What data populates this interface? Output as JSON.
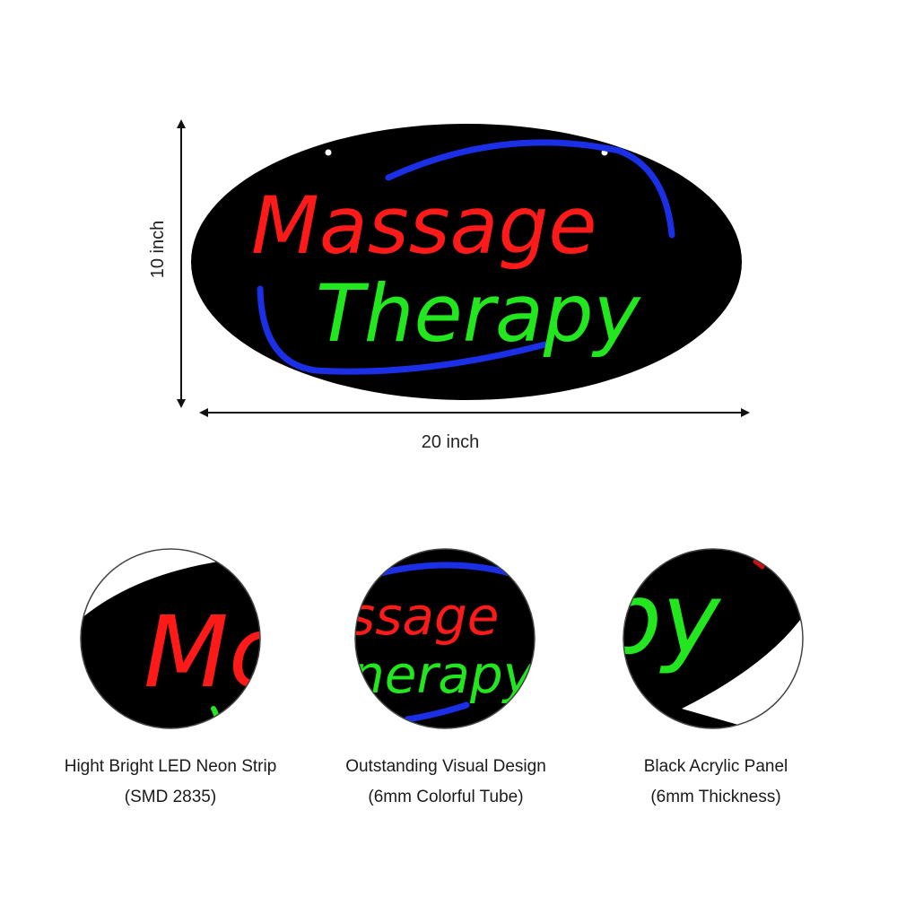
{
  "sign": {
    "line1": "Massage",
    "line2": "Therapy",
    "colors": {
      "panel": "#000000",
      "line1": "#ff1a1a",
      "line2": "#22e61e",
      "arc": "#1a2fe6"
    }
  },
  "dimensions": {
    "height_label": "10 inch",
    "width_label": "20 inch"
  },
  "details": [
    {
      "crop_text": "Mo",
      "title": "Hight Bright LED Neon Strip",
      "subtitle": "(SMD 2835)"
    },
    {
      "crop_text_1": "ssage",
      "crop_text_2": "nerapy",
      "title": "Outstanding Visual Design",
      "subtitle": "(6mm Colorful Tube)"
    },
    {
      "crop_text": "py",
      "title": "Black Acrylic Panel",
      "subtitle": "(6mm Thickness)"
    }
  ]
}
